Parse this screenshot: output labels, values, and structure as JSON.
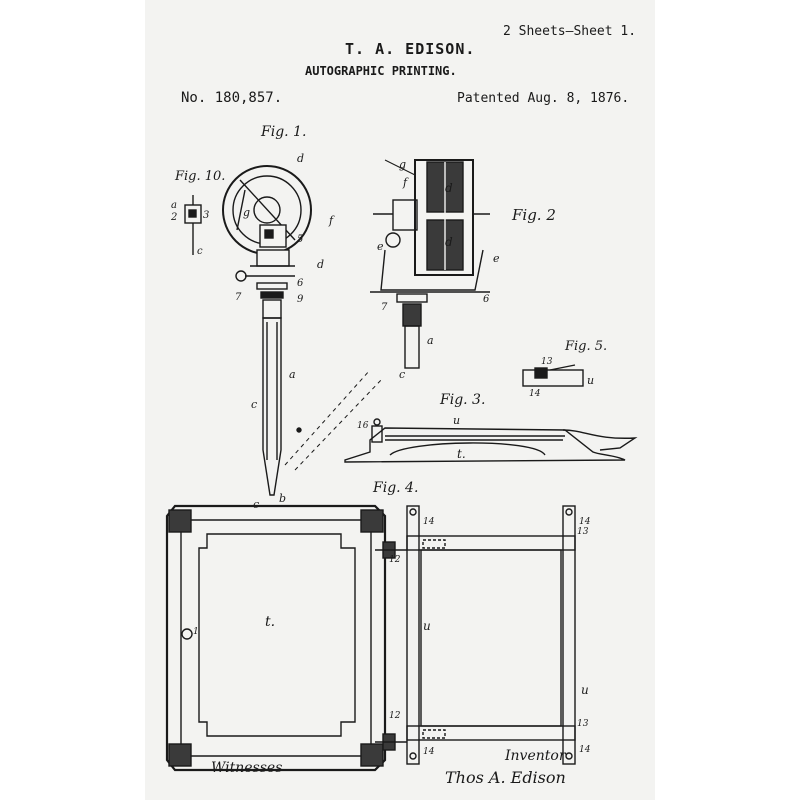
{
  "header": {
    "sheets": "2 Sheets—Sheet 1.",
    "inventor_name": "T. A. EDISON.",
    "title": "AUTOGRAPHIC PRINTING.",
    "patent_number": "No. 180,857.",
    "patented_date": "Patented Aug. 8, 1876."
  },
  "figures": {
    "fig1": "Fig. 1.",
    "fig2": "Fig. 2",
    "fig3": "Fig. 3.",
    "fig4": "Fig. 4.",
    "fig5": "Fig. 5.",
    "fig10": "Fig. 10."
  },
  "reference_letters": {
    "a": "a",
    "b": "b",
    "c": "c",
    "d": "d",
    "e": "e",
    "f": "f",
    "g": "g",
    "t": "t.",
    "u": "u",
    "n1": "1",
    "n2": "2",
    "n3": "3",
    "n5": "5",
    "n6": "6",
    "n7": "7",
    "n9": "9",
    "n12": "12",
    "n13": "13",
    "n14": "14",
    "n16": "16"
  },
  "signatures": {
    "witnesses_label": "Witnesses",
    "inventor_label": "Inventor",
    "inventor_signature": "Thos A. Edison"
  },
  "colors": {
    "paper": "#f3f3f1",
    "ink": "#1a1a1a",
    "background": "#ffffff"
  }
}
